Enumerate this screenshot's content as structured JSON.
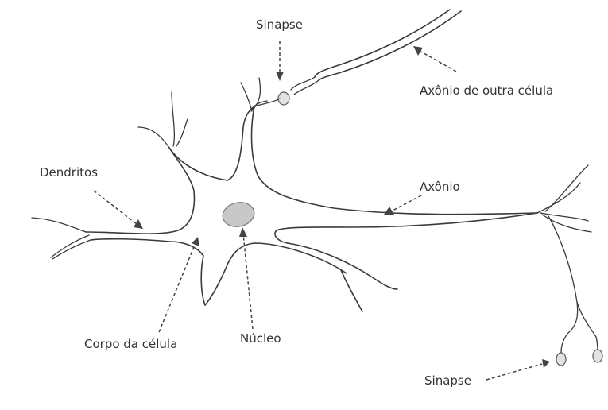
{
  "labels": {
    "sinapse_top": "Sinapse",
    "axonio_outra": "Axônio de outra célula",
    "dendritos": "Dendritos",
    "axonio": "Axônio",
    "corpo": "Corpo da célula",
    "nucleo": "Núcleo",
    "sinapse_bottom": "Sinapse"
  },
  "colors": {
    "outline": "#3a3a3a",
    "nucleus_fill": "#c8c8c8",
    "label": "#333333",
    "background": "#ffffff"
  }
}
